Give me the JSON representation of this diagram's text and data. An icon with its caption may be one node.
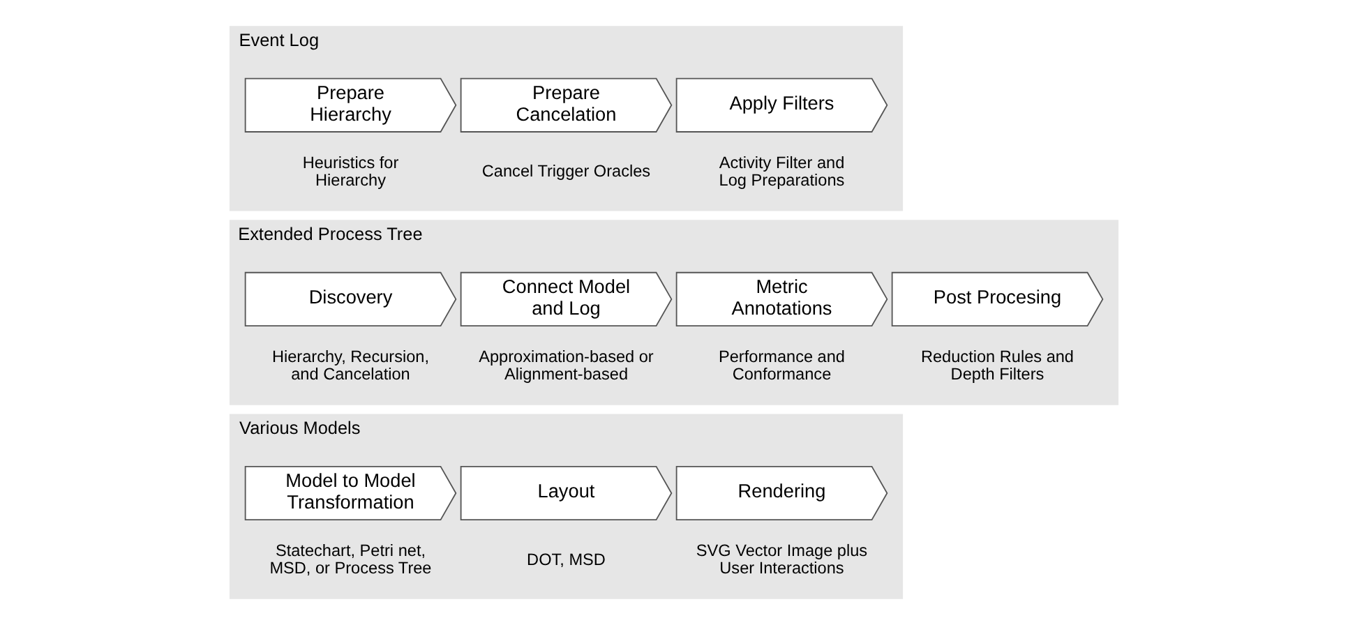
{
  "diagram": {
    "nodes": [
      {
        "text": [
          "Event Log"
        ]
      },
      {
        "text": [
          "Prepare Hierarchy"
        ],
        "in": 0,
        "beside": [
          "Heuristics for Hierarchy"
        ]
      },
      {
        "text": [
          "Prepare Cancelation"
        ],
        "in": 0,
        "beside": [
          "Cancel Trigger Oracles"
        ]
      },
      {
        "text": [
          "Apply Filters"
        ],
        "in": 0,
        "beside": [
          "Activity Filter and Log Preparations"
        ]
      },
      {
        "text": [
          "Extended Process Tree"
        ]
      },
      {
        "text": [
          "Discovery"
        ],
        "in": 4,
        "beside": [
          "Hierarchy, Recursion, and Cancelation"
        ]
      },
      {
        "text": [
          "Connect Model and Log"
        ],
        "in": 4,
        "beside": [
          "Approximation-based or Alignment-based"
        ]
      },
      {
        "text": [
          "Metric Annotations"
        ],
        "in": 4,
        "beside": [
          "Performance and Conformance"
        ]
      },
      {
        "text": [
          "Post Procesing"
        ],
        "in": 4,
        "beside": [
          "Reduction Rules and Depth Filters"
        ]
      },
      {
        "text": [
          "Various Models"
        ]
      },
      {
        "text": [
          "Model to Model Transformation"
        ],
        "in": 9,
        "beside": [
          "Statechart, Petri net, MSD, or Process Tree"
        ]
      },
      {
        "text": [
          "Layout"
        ],
        "in": 9,
        "beside": [
          "DOT, MSD"
        ]
      },
      {
        "text": [
          "Rendering"
        ],
        "in": 9,
        "beside": [
          "SVG Vector Image plus User Interactions"
        ]
      }
    ],
    "edges": []
  }
}
